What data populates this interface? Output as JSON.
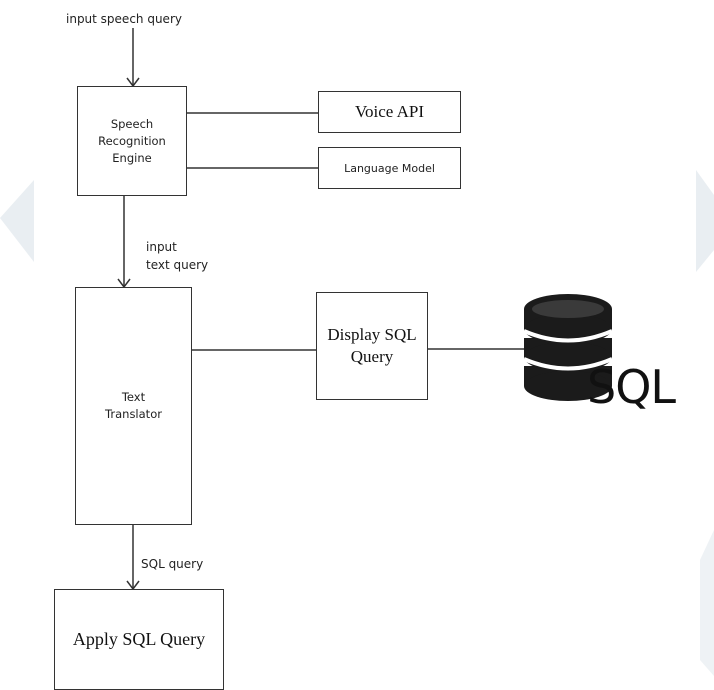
{
  "labels": {
    "input_speech_query": "input speech query",
    "input_text_query_1": "input",
    "input_text_query_2": "text query",
    "sql_query": "SQL query"
  },
  "boxes": {
    "speech_engine": [
      "Speech",
      "Recognition",
      "Engine"
    ],
    "voice_api": "Voice API",
    "language_model": "Language Model",
    "text_translator": [
      "Text",
      "Translator"
    ],
    "display_sql": [
      "Display SQL",
      "Query"
    ],
    "apply_sql": "Apply SQL Query"
  },
  "database_icon": {
    "name": "database-icon",
    "text": "SQL"
  }
}
